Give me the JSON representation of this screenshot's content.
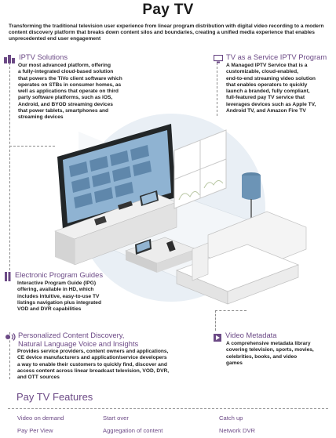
{
  "page": {
    "title": "Pay TV",
    "intro": "Transforming the traditional television user experience from linear program distribution with digital video recording to a modern content discovery platform that breaks down content silos and boundaries, creating a unified media experience that enables unprecedented end user engagement"
  },
  "sections": {
    "iptv": {
      "icon": "building-icon",
      "title": "IPTV Solutions",
      "body": [
        "Our most advanced platform, offering",
        "a fully-integrated cloud-based solution",
        "that powers the TiVo client software which",
        "operates on STBs in consumer homes, as",
        "well as applications that operate on third",
        "party software platforms, such as iOS,",
        "Android, and BYOD streaming devices",
        "that power tablets, smartphones and",
        "streaming devices"
      ]
    },
    "tvaas": {
      "icon": "monitor-icon",
      "title": "TV as a Service IPTV Program",
      "body": [
        "A Managed IPTV Service that is a",
        "customizable, cloud-enabled,",
        "end-to-end streaming video solution",
        "that enables operators to quickly",
        "launch a branded, fully compliant,",
        "full-featured pay TV service that",
        "leverages devices such as Apple TV,",
        "Android TV, and Amazon Fire TV"
      ]
    },
    "epg": {
      "icon": "guide-icon",
      "title": "Electronic Program Guides",
      "body": [
        "Interactive Program Guide (IPG)",
        "offering, available in HD, which",
        "includes intuitive, easy-to-use TV",
        "listings navigation plus integrated",
        "VOD and DVR capabilities"
      ]
    },
    "discovery": {
      "icon": "voice-icon",
      "title_lines": [
        "Personalized Content Discovery,",
        "Natural Language Voice and Insights"
      ],
      "body": [
        "Provides service providers, content owners and applications,",
        "CE device manufacturers and application/service developers",
        "a way to enable their customers to quickly find, discover and",
        "access content across linear broadcast television, VOD, DVR,",
        "and OTT sources"
      ]
    },
    "metadata": {
      "icon": "play-icon",
      "title": "Video Metadata",
      "body": [
        "A comprehensive metadata library",
        "covering television, sports, movies,",
        "celebrities, books, and video",
        "games"
      ]
    }
  },
  "features": {
    "title": "Pay TV Features",
    "items": [
      "Video on demand",
      "Start over",
      "Catch up",
      "Pay Per View",
      "Aggregation of content",
      "Network DVR"
    ]
  },
  "colors": {
    "accent": "#6c4a86",
    "room": "#e8eef4",
    "screen": "#7fa6c8"
  }
}
